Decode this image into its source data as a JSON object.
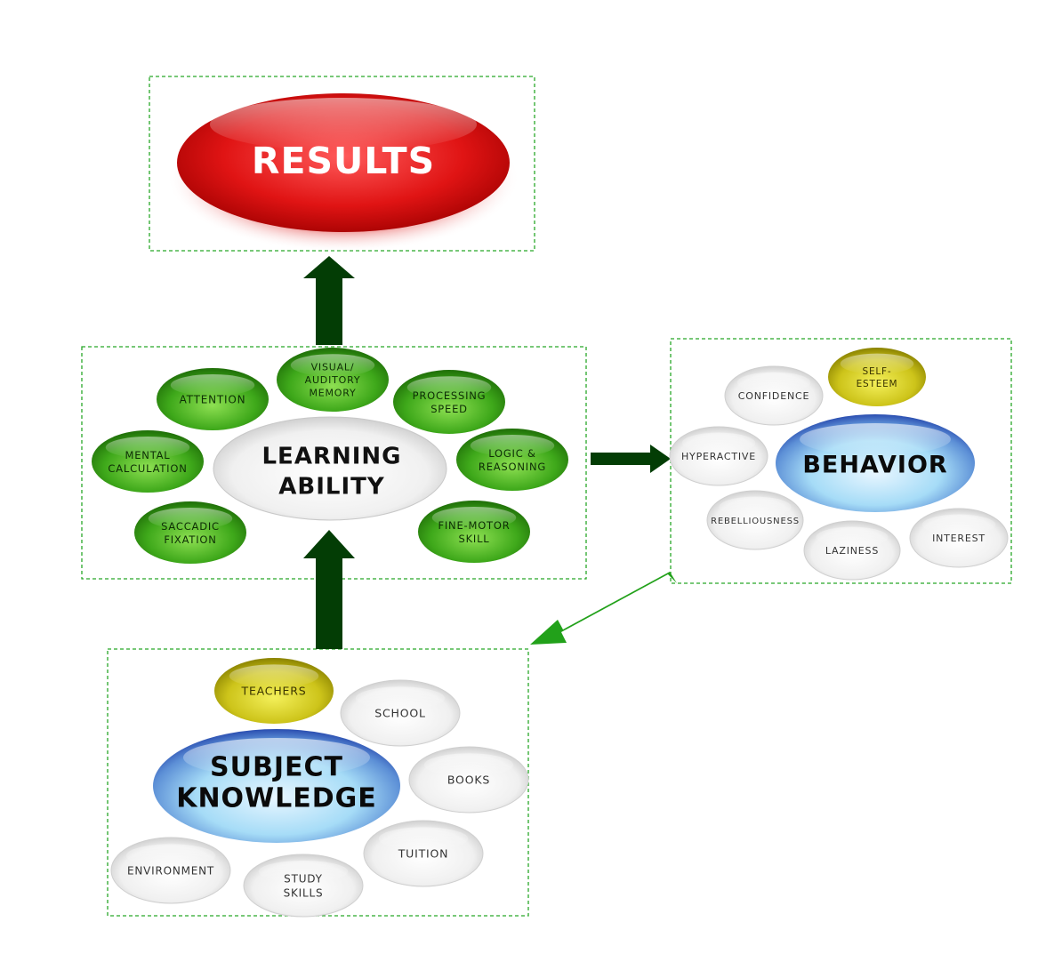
{
  "colors": {
    "red": "#e01818",
    "green": "#3aa614",
    "yellow": "#c8c414",
    "blue": "#8fcff0",
    "grey": "#e8e8e8",
    "arrow_dark": "#033d05",
    "arrow_green": "#22a11a",
    "frame": "#28a828"
  },
  "results": {
    "label": "RESULTS"
  },
  "learning": {
    "title_line1": "LEARNING",
    "title_line2": "ABILITY",
    "items": {
      "attention": [
        "ATTENTION"
      ],
      "memory": [
        "VISUAL/",
        "AUDITORY",
        "MEMORY"
      ],
      "processing": [
        "PROCESSING",
        "SPEED"
      ],
      "mental": [
        "MENTAL",
        "CALCULATION"
      ],
      "logic": [
        "LOGIC &",
        "REASONING"
      ],
      "saccadic": [
        "SACCADIC",
        "FIXATION"
      ],
      "finemotor": [
        "FINE-MOTOR",
        "SKILL"
      ]
    }
  },
  "behavior": {
    "title": "BEHAVIOR",
    "items": {
      "confidence": [
        "CONFIDENCE"
      ],
      "selfesteem": [
        "SELF-",
        "ESTEEM"
      ],
      "hyperactive": [
        "HYPERACTIVE"
      ],
      "rebelliousness": [
        "REBELLIOUSNESS"
      ],
      "laziness": [
        "LAZINESS"
      ],
      "interest": [
        "INTEREST"
      ]
    }
  },
  "subject": {
    "title_line1": "SUBJECT",
    "title_line2": "KNOWLEDGE",
    "items": {
      "teachers": [
        "TEACHERS"
      ],
      "school": [
        "SCHOOL"
      ],
      "books": [
        "BOOKS"
      ],
      "tuition": [
        "TUITION"
      ],
      "environment": [
        "ENVIRONMENT"
      ],
      "studyskills": [
        "STUDY",
        "SKILLS"
      ]
    }
  }
}
